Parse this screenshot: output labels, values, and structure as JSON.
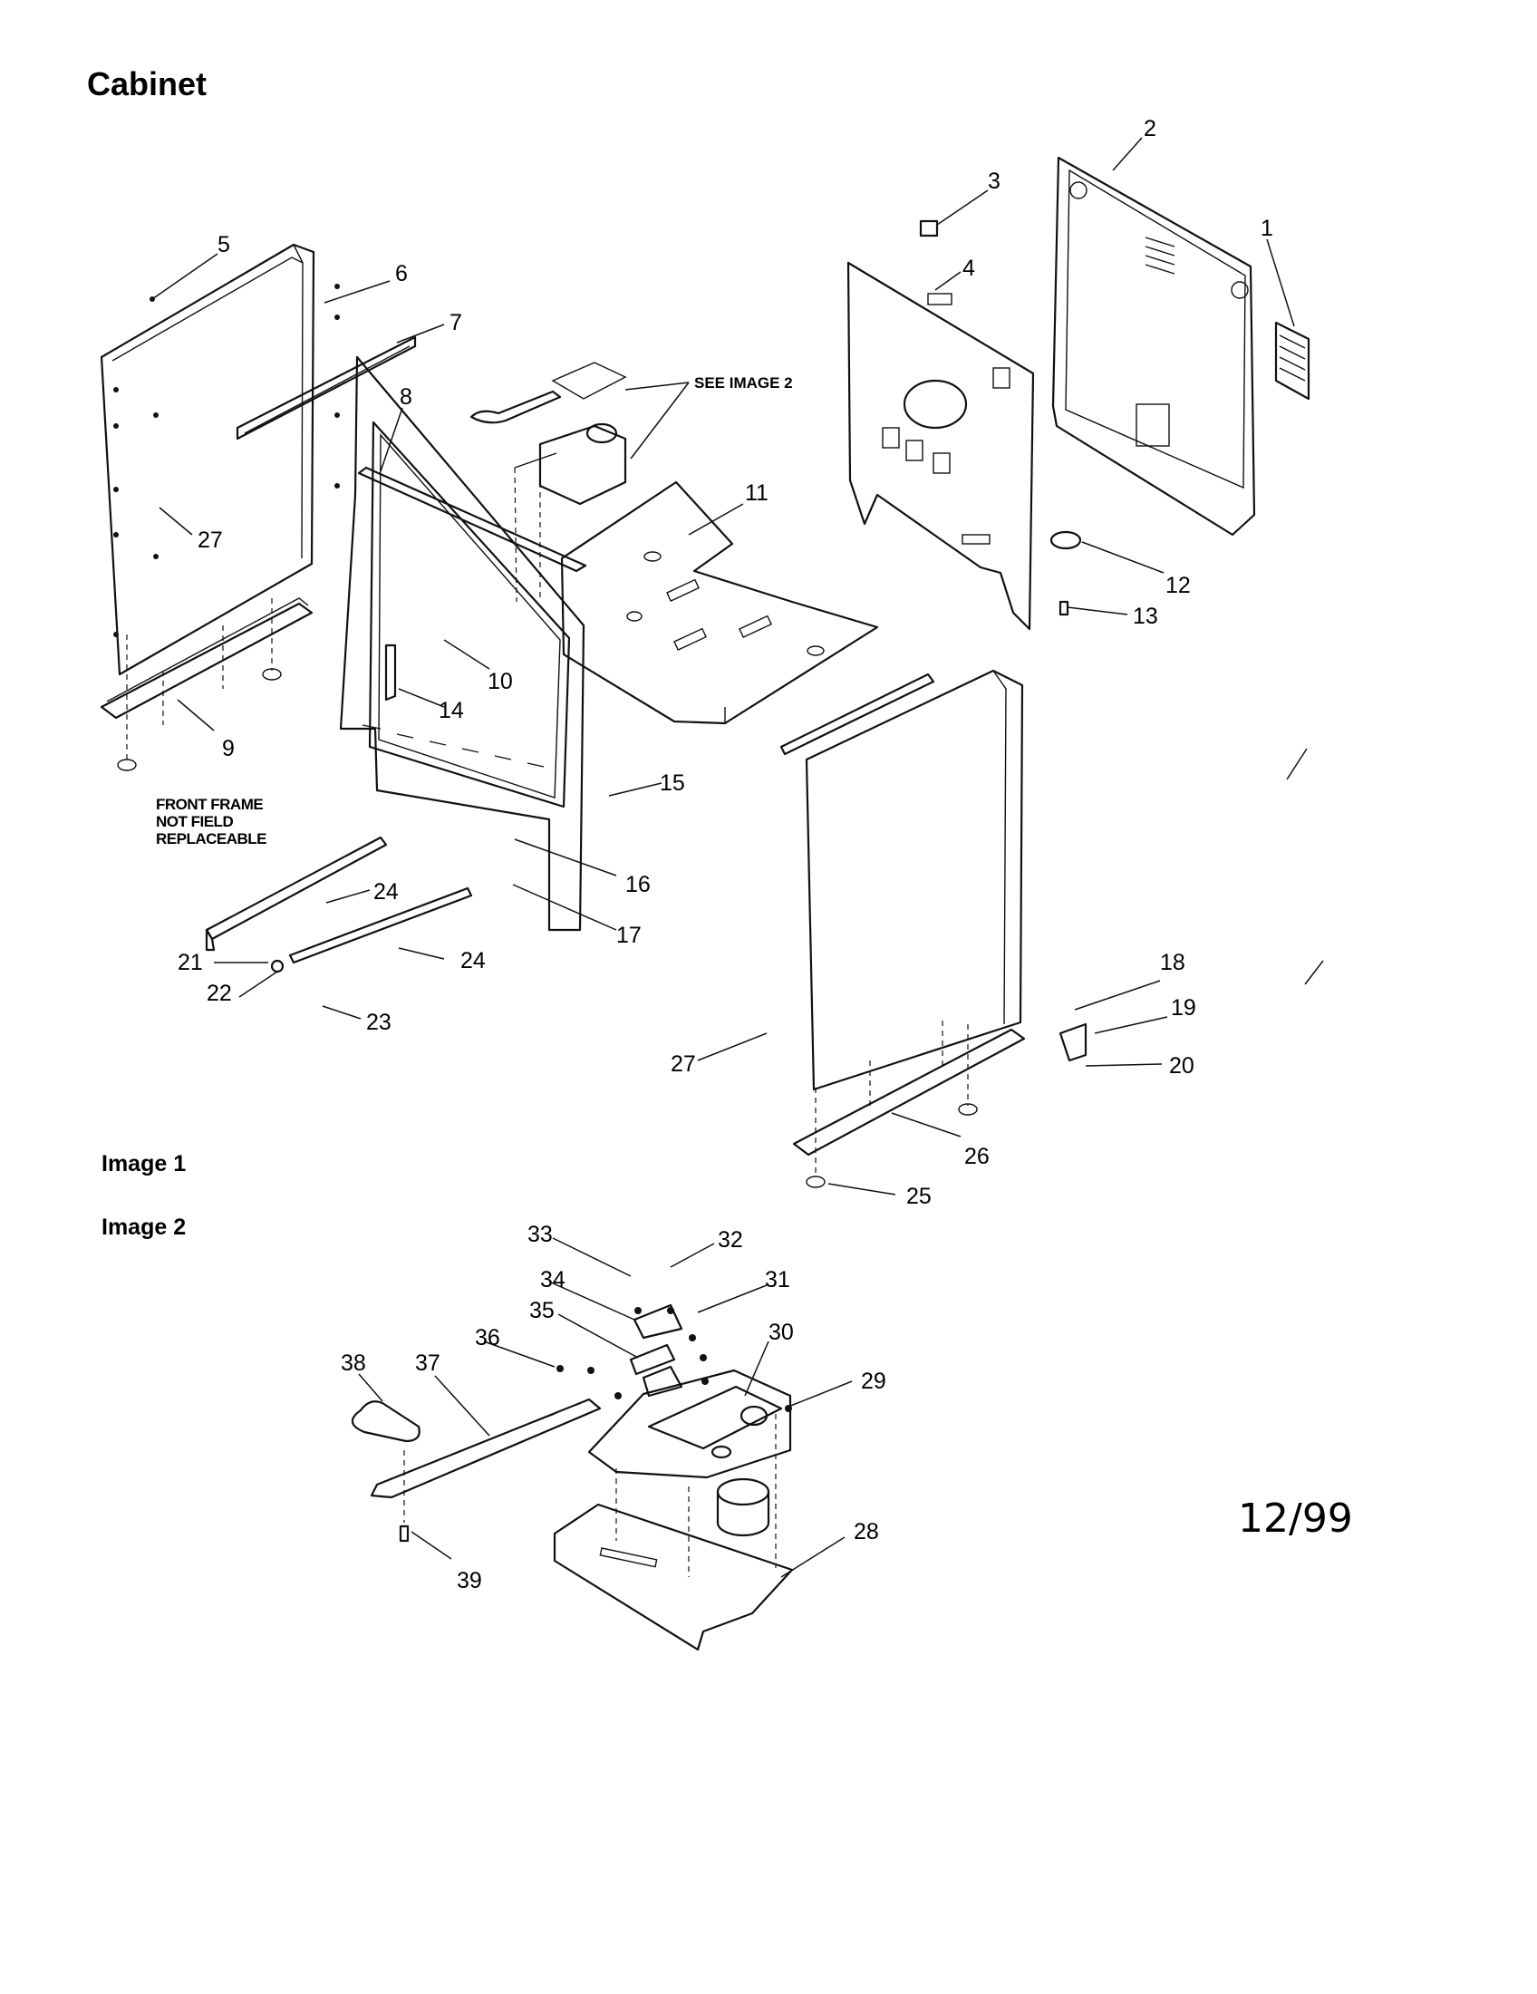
{
  "title": "Cabinet",
  "labels": {
    "image1": "Image 1",
    "image2": "Image 2",
    "date": "12/99",
    "see_image_2": "SEE IMAGE 2",
    "front_frame_note": [
      "FRONT FRAME",
      "NOT FIELD",
      "REPLACEABLE"
    ]
  },
  "callouts": [
    "1",
    "2",
    "3",
    "4",
    "5",
    "6",
    "7",
    "8",
    "9",
    "10",
    "11",
    "12",
    "13",
    "14",
    "15",
    "16",
    "17",
    "18",
    "19",
    "20",
    "21",
    "22",
    "23",
    "24",
    "25",
    "26",
    "27",
    "28",
    "29",
    "30",
    "31",
    "32",
    "33",
    "34",
    "35",
    "36",
    "37",
    "38",
    "39"
  ],
  "colors": {
    "ink": "#111111",
    "paper": "#ffffff"
  }
}
